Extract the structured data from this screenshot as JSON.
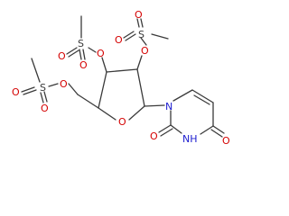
{
  "molecule": {
    "atoms": {
      "s1": "S",
      "s2": "S",
      "s3": "S",
      "o_s1a": "O",
      "o_s1b": "O",
      "o_s1c": "O",
      "o_s2a": "O",
      "o_s2b": "O",
      "o_s2c": "O",
      "o_s3a": "O",
      "o_s3b": "O",
      "o_s3c": "O",
      "o_ring": "O",
      "n1": "N",
      "n3": "NH",
      "o_c2": "O",
      "o_c4": "O"
    }
  }
}
